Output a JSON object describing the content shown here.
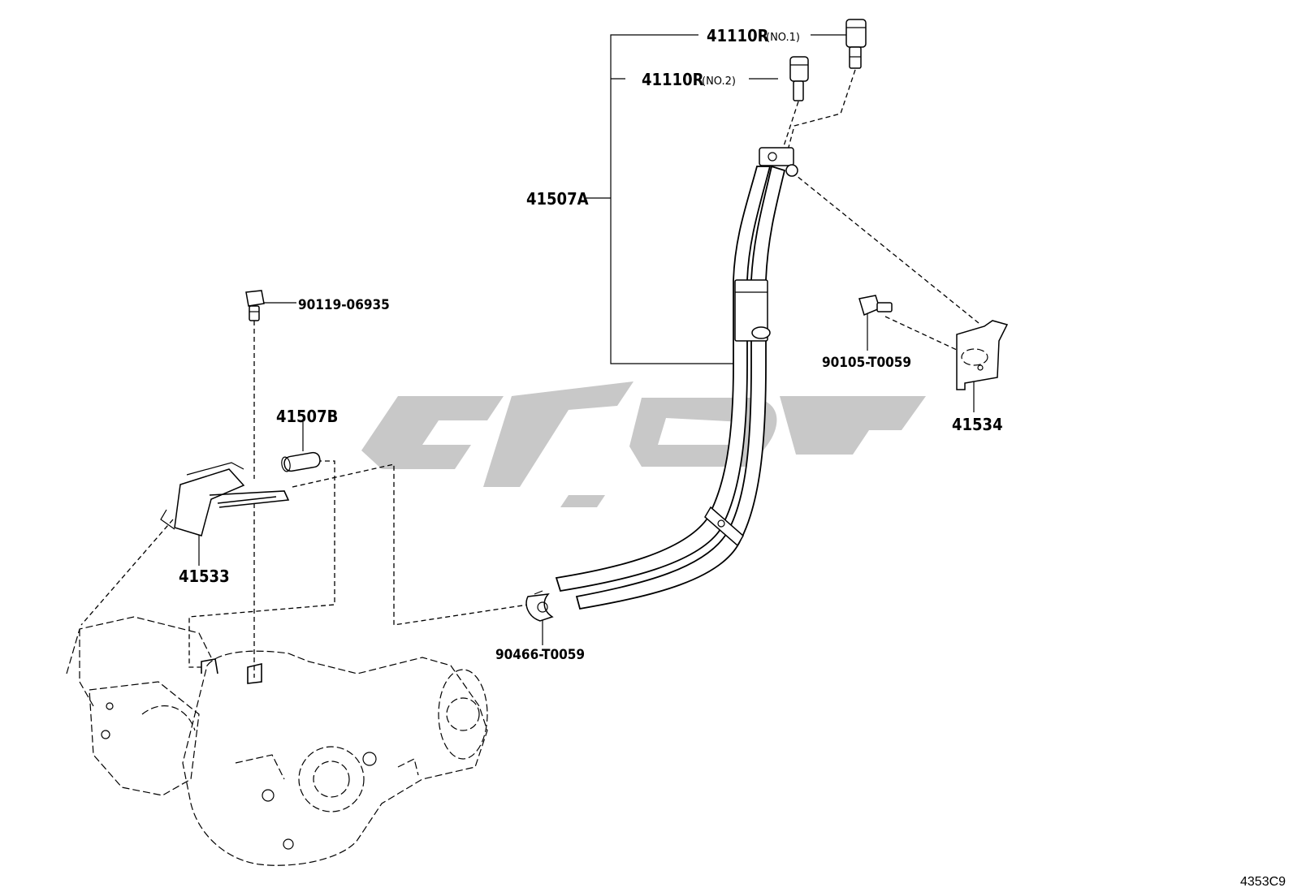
{
  "parts": {
    "p41110r_no1": {
      "number": "41110R",
      "qualifier": "(NO.1)"
    },
    "p41110r_no2": {
      "number": "41110R",
      "qualifier": "(NO.2)"
    },
    "p41507a": {
      "number": "41507A"
    },
    "p90119": {
      "number": "90119-06935"
    },
    "p41507b": {
      "number": "41507B"
    },
    "p90105": {
      "number": "90105-T0059"
    },
    "p41534": {
      "number": "41534"
    },
    "p41533": {
      "number": "41533"
    },
    "p90466": {
      "number": "90466-T0059"
    }
  },
  "figure_code": "4353C9",
  "watermark_present": true,
  "colors": {
    "line": "#000000",
    "watermark": "#c8c8c8",
    "background": "#ffffff"
  }
}
